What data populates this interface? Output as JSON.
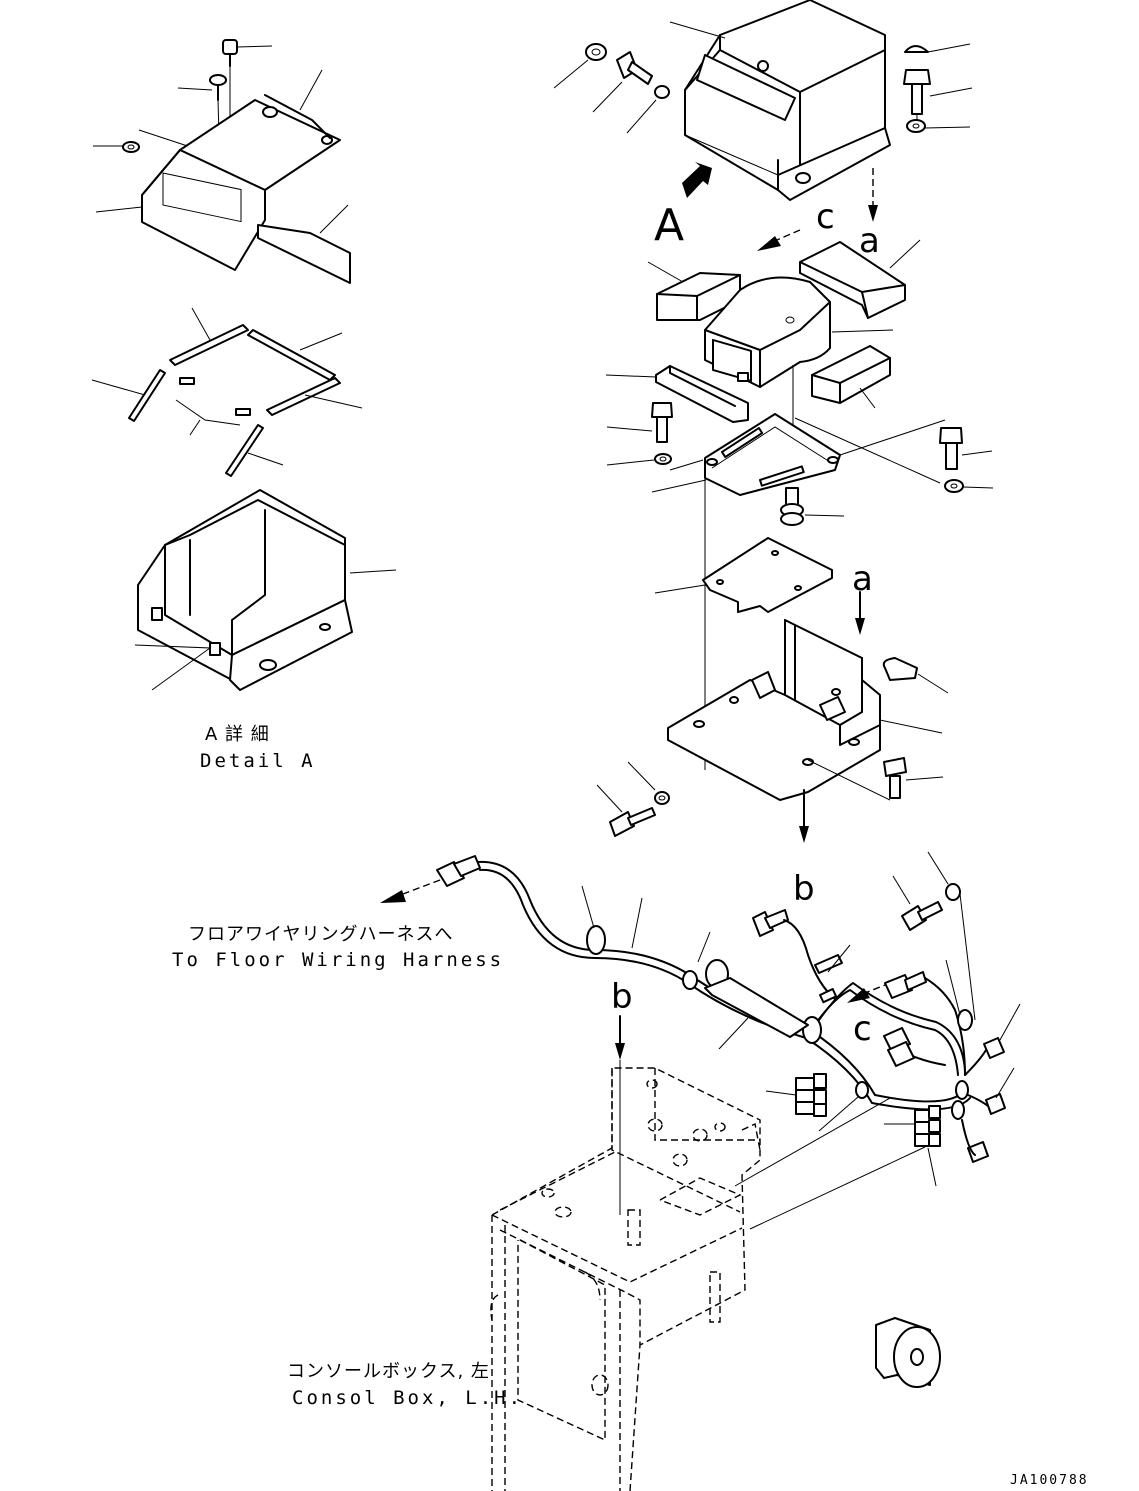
{
  "detail": {
    "title_jp": "A 詳 細",
    "title_en": "Detail A"
  },
  "view_marker": "A",
  "arrow_labels": {
    "a_top": "a",
    "a_mid": "a",
    "b_mid": "b",
    "b_low": "b",
    "c_top": "c",
    "c_low": "c"
  },
  "harness_note": {
    "jp": "フロアワイヤリングハーネスへ",
    "en": "To Floor Wiring Harness"
  },
  "console_note": {
    "jp": "コンソールボックス, 左",
    "en": "Consol Box, L.H."
  },
  "drawing_code": "JA100788"
}
